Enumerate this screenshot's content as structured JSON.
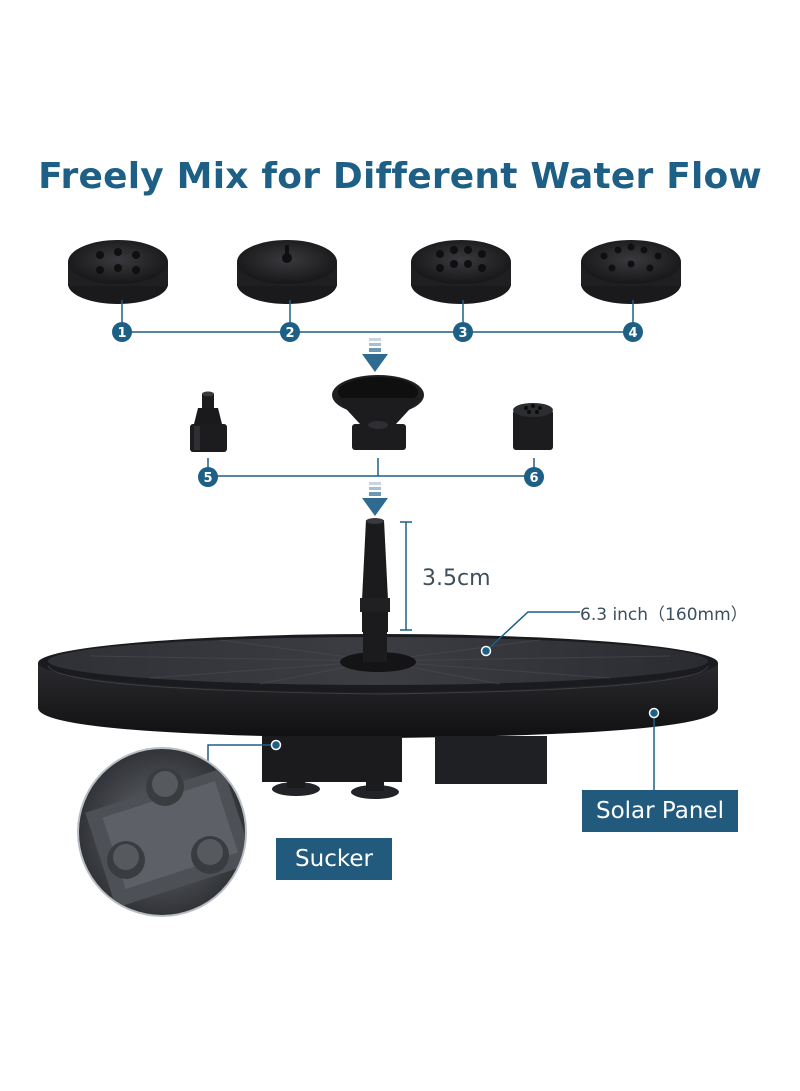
{
  "title": "Freely Mix for Different Water Flow",
  "nozzles_top": [
    "1",
    "2",
    "3",
    "4"
  ],
  "nozzles_mid": [
    "5",
    "6"
  ],
  "height_label": "3.5cm",
  "diameter_label": "6.3 inch（160mm）",
  "callouts": {
    "solar_panel": "Solar Panel",
    "sucker": "Sucker"
  },
  "colors": {
    "accent": "#1e5f86",
    "label_box": "#215a7d",
    "product": "#1c1c1e"
  }
}
